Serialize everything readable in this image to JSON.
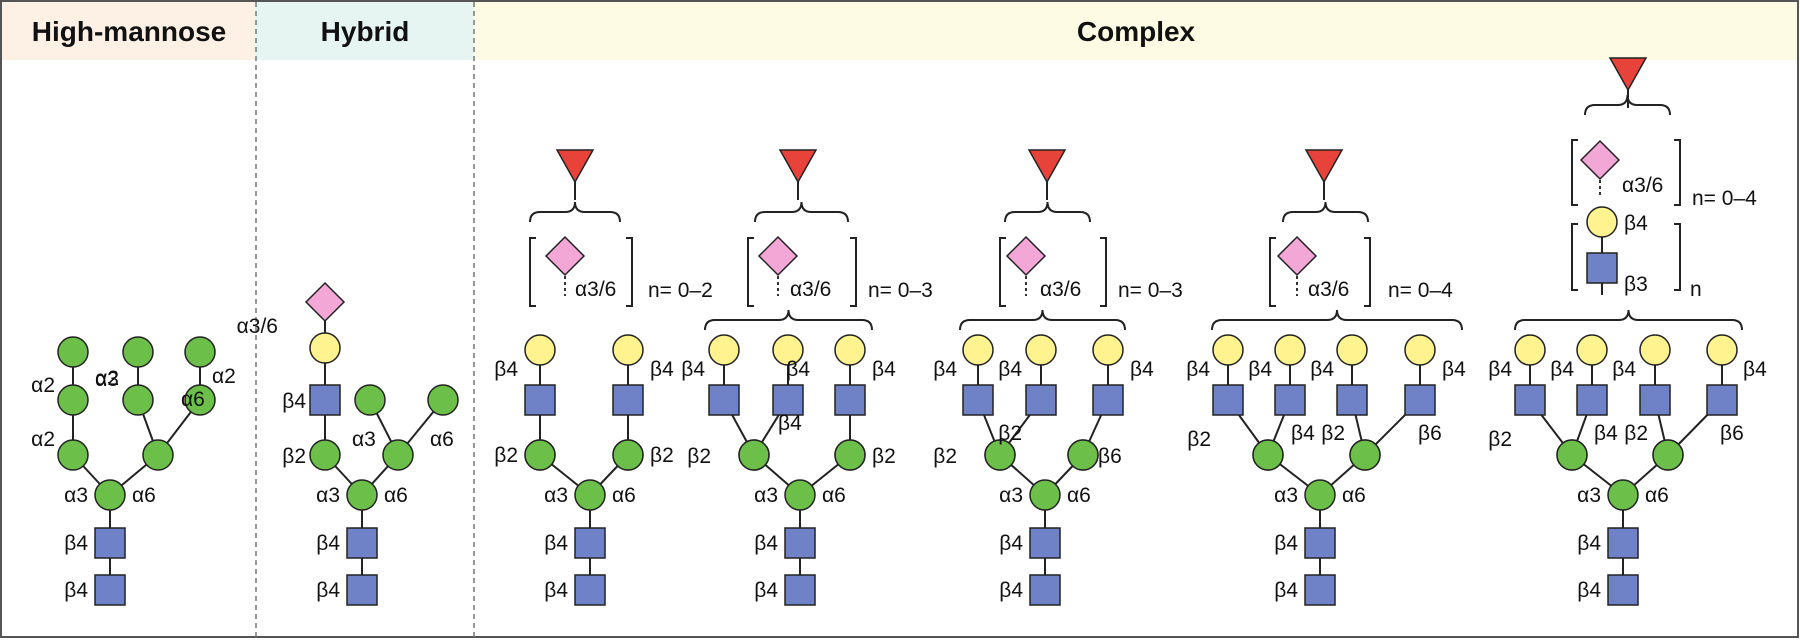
{
  "headers": {
    "high_mannose": "High-mannose",
    "hybrid": "Hybrid",
    "complex": "Complex"
  },
  "colors": {
    "header_high_mannose": "#fdf1e6",
    "header_hybrid": "#e6f5f1",
    "header_complex": "#fdfbe3",
    "mannose_green": "#6cc04a",
    "galactose_yellow": "#fff38f",
    "glcnac_blue": "#6f81c7",
    "sialic_pink": "#f2a7d6",
    "fucose_red": "#e8433b"
  },
  "icons": [
    "mannose-circle-icon",
    "galactose-circle-icon",
    "glcnac-square-icon",
    "sialic-acid-diamond-icon",
    "fucose-triangle-icon"
  ],
  "linkages": {
    "a2": "α2",
    "a3": "α3",
    "a6": "α6",
    "b2": "β2",
    "b3": "β3",
    "b4": "β4",
    "b6": "β6",
    "a36": "α3/6"
  },
  "repeats": {
    "n02": "n= 0–2",
    "n03": "n= 0–3",
    "n04": "n= 0–4",
    "n": "n"
  }
}
